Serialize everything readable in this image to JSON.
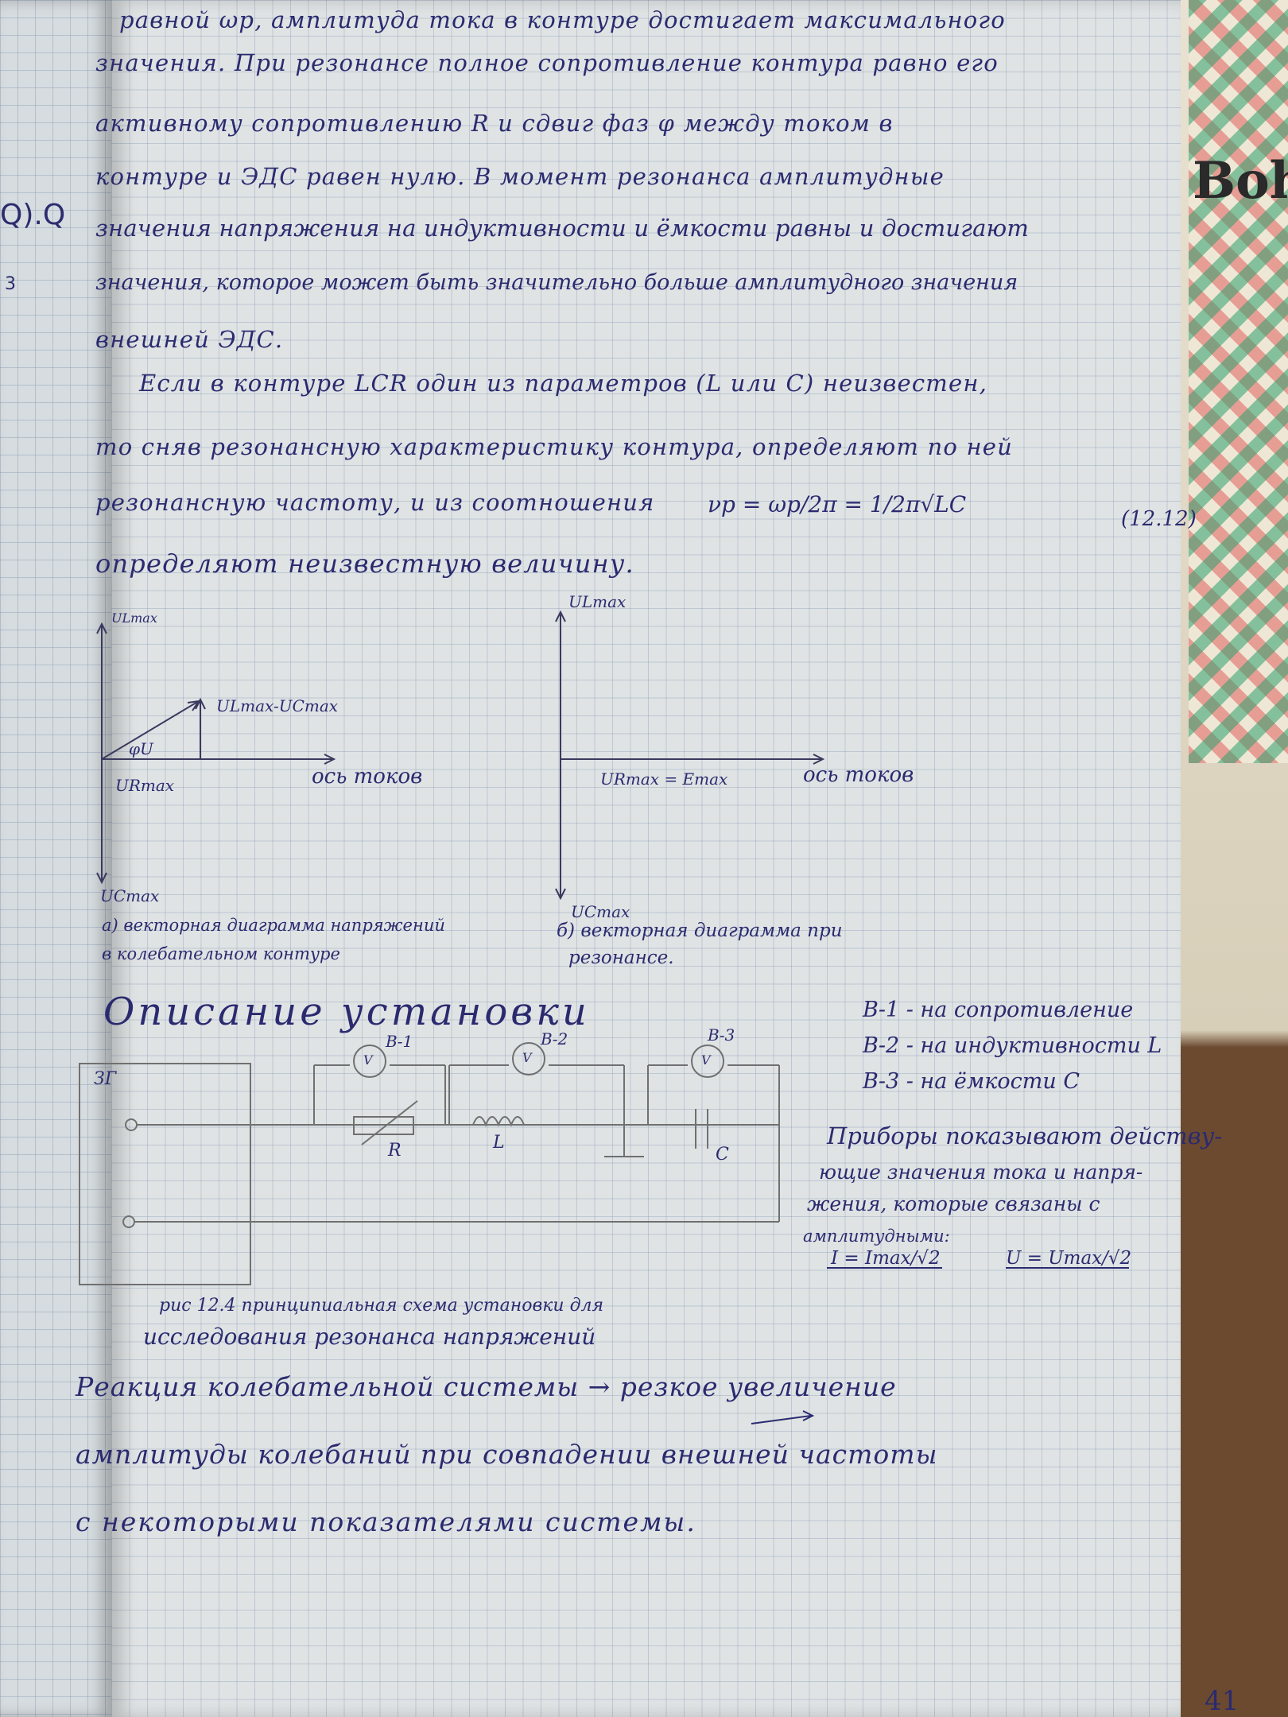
{
  "paragraph_lines": [
    "равной ωр, амплитуда тока в контуре достигает максимального",
    "значения. При резонансе полное сопротивление контура равно его",
    "активному сопротивлению R и сдвиг фаз φ между током в",
    "контуре и ЭДС равен нулю. В момент резонанса амплитудные",
    "значения напряжения на индуктивности и ёмкости равны и достигают",
    "значения, которое может быть значительно больше амплитудного значения",
    "внешней ЭДС."
  ],
  "para2_lines": [
    "Если в контуре LCR один из параметров (L или C) неизвестен,",
    "то сняв резонансную характеристику контура, определяют по ней",
    "резонансную частоту, и из соотношения"
  ],
  "formula": "νр = ωр/2π = 1/2π√LC",
  "formula_number": "(12.12)",
  "para2_end": "определяют неизвестную величину.",
  "diagram_a": {
    "top_label": "ULmax",
    "bottom_label": "UCmax",
    "result_label": "ULmax-UCmax",
    "phi_label": "φU",
    "origin_label": "URmax",
    "axis_label": "ось токов",
    "caption_1": "а) векторная диаграмма напряжений",
    "caption_2": "в колебательном контуре"
  },
  "diagram_b": {
    "top_label": "ULmax",
    "bottom_label": "UCmax",
    "origin_label": "URmax = Emax",
    "axis_label": "ось токов",
    "caption_1": "б) векторная диаграмма при",
    "caption_2": "резонансе."
  },
  "setup_title": "Описание установки",
  "circuit": {
    "generator_label": "ЗГ",
    "v1": "В-1",
    "v2": "В-2",
    "v3": "В-3",
    "meter_symbol": "V",
    "r": "R",
    "l": "L",
    "c": "C"
  },
  "legend_lines": [
    "В-1 - на сопротивление",
    "В-2 - на индуктивности L",
    "В-3 - на ёмкости C"
  ],
  "note_lines": [
    "Приборы показывают действу-",
    "ющие значения тока и напря-",
    "жения, которые связаны с",
    "амплитудными:"
  ],
  "note_formula_1": "I = Imax/√2",
  "note_formula_2": "U = Umax/√2",
  "figure_caption_1": "рис 12.4 принципиальная схема установки для",
  "figure_caption_2": "исследования резонанса напряжений",
  "summary_lines": [
    "Реакция колебательной системы → резкое увеличение",
    "амплитуды колебаний при совпадении внешней частоты",
    "с некоторыми показателями системы."
  ],
  "left_page_marks": [
    "Q).Q",
    "3"
  ],
  "backdrop_word": "Boho",
  "page_number": "41",
  "colors": {
    "ink": "#2b2a6f",
    "paper": "#dfe3e4",
    "pencil": "#6e6e6e"
  }
}
